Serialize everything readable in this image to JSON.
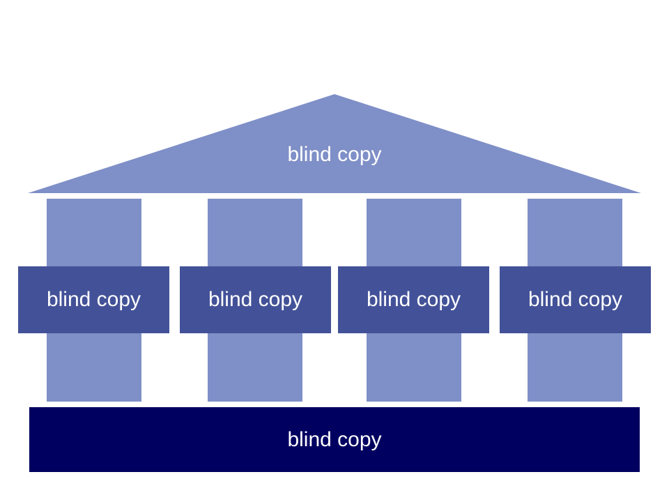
{
  "colors": {
    "roof": "#7f8fc7",
    "pillar": "#7f8fc7",
    "band": "#435298",
    "foundation": "#000060",
    "text": "#ffffff"
  },
  "diagram": {
    "roof_label": "blind copy",
    "pillars": [
      {
        "label": "blind copy"
      },
      {
        "label": "blind copy"
      },
      {
        "label": "blind copy"
      },
      {
        "label": "blind copy"
      }
    ],
    "foundation_label": "blind copy"
  }
}
